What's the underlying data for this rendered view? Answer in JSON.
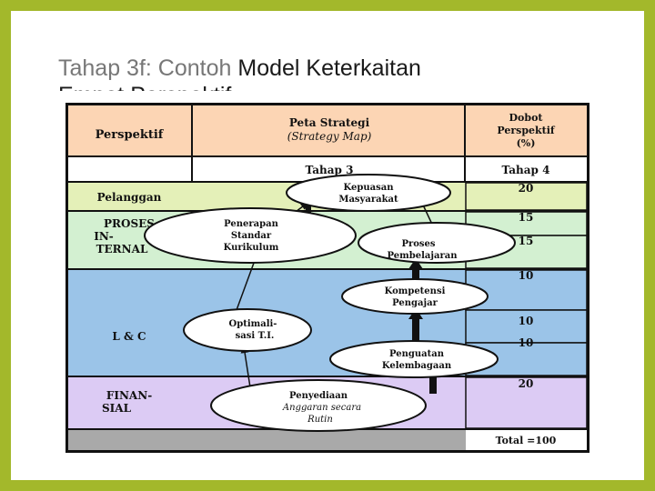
{
  "title": {
    "part1": "Tahap 3f: Contoh",
    "part2": "Model Keterkaitan",
    "line2": "Empat Perspektif"
  },
  "diagram": {
    "header": {
      "perspektif": "Perspektif",
      "peta_line1": "Peta Strategi",
      "peta_line2": "(Strategy Map)",
      "dobot_line1": "Dobot",
      "dobot_line2": "Perspektif",
      "dobot_line3": "(%)"
    },
    "tahap3": "Tahap 3",
    "tahap4": "Tahap 4",
    "perspectives": {
      "pelanggan": "Pelanggan",
      "proses_line1": "PROSES",
      "proses_line2": "IN-",
      "proses_line3": "TERNAL",
      "lc": "L & C",
      "finansial_line1": "FINAN-",
      "finansial_line2": "SIAL"
    },
    "nodes": {
      "kepuasan_line1": "Kepuasan",
      "kepuasan_line2": "Masyarakat",
      "penerapan_line1": "Penerapan",
      "penerapan_line2": "Standar",
      "penerapan_line3": "Kurikulum",
      "proses_line1": "Proses",
      "proses_line2": "Pembelajaran",
      "kompetensi_line1": "Kompetensi",
      "kompetensi_line2": "Pengajar",
      "optimalisasi_line1": "Optimali-",
      "optimalisasi_line2": "sasi T.I.",
      "penguatan_line1": "Penguatan",
      "penguatan_line2": "Kelembagaan",
      "penyediaan_line1": "Penyediaan",
      "penyediaan_line2": "Anggaran secara",
      "penyediaan_line3": "Rutin"
    },
    "weights": {
      "kepuasan": "20",
      "penerapan": "15",
      "proses": "15",
      "kompetensi": "10",
      "optimalisasi": "10",
      "penguatan": "10",
      "penyediaan": "20"
    },
    "total": "Total =100"
  },
  "colors": {
    "frame": "#a3b82b",
    "header_bg": "#fcd5b4",
    "customer_bg": "#e4f0b8",
    "internal_bg": "#d3f0d1",
    "lc_bg": "#9bc4e8",
    "finance_bg": "#dccbf4",
    "total_bg": "#a9a9a9"
  }
}
